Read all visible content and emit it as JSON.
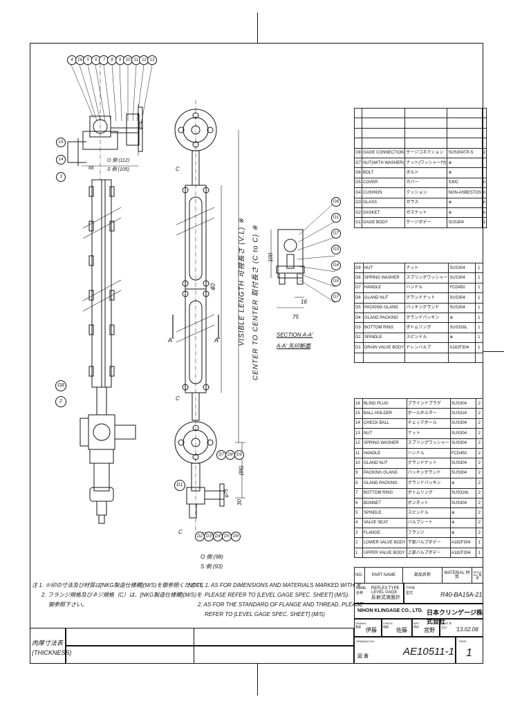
{
  "balloons_top": [
    "4",
    "16",
    "5",
    "6",
    "7",
    "8",
    "9",
    "10",
    "11",
    "12",
    "13"
  ],
  "balloons_left": [
    "15",
    "14",
    "3"
  ],
  "balloons_section": [
    "G6",
    "G1",
    "G7",
    "G3",
    "G4",
    "G5",
    "G7"
  ],
  "balloons_bottom": [
    "D7",
    "D8",
    "D9"
  ],
  "balloons_bottom_row": [
    "D2",
    "D3",
    "D4",
    "D5",
    "D6"
  ],
  "balloon_g8": "G8",
  "balloon_2": "2",
  "balloon_d1": "D1",
  "dims": {
    "phi75_top": "φ75",
    "o_top": "O 側 (112)",
    "s_top": "S 側 (105)",
    "d66": "66",
    "d100": "100",
    "d16": "16",
    "d75": "75",
    "d40": "40",
    "d86": "(86)",
    "d30": "30",
    "phi75_bot": "φ75",
    "o_bot": "O 側 (98)",
    "s_bot": "S 側 (93)",
    "c1": "C",
    "c2": "C",
    "c3": "C",
    "a": "A",
    "a2": "A'"
  },
  "vertical_labels": {
    "visible": "VISIBLE LENGTH 可視長さ (V.L) ※",
    "center": "CENTER TO CENTER 取付長さ (C to C) ※"
  },
  "section": {
    "line1": "SECTION   A-A'",
    "line2": "A-A' 矢印断面"
  },
  "parts_g": [
    {
      "no": "",
      "en": "",
      "jp": "",
      "mat": "",
      "qty": ""
    },
    {
      "no": "",
      "en": "",
      "jp": "",
      "mat": "",
      "qty": ""
    },
    {
      "no": "",
      "en": "",
      "jp": "",
      "mat": "",
      "qty": ""
    },
    {
      "no": "",
      "en": "",
      "jp": "",
      "mat": "",
      "qty": ""
    },
    {
      "no": "G8",
      "en": "GAGE CONNECTION",
      "jp": "ゲージコネクション",
      "mat": "SUS304TP-S",
      "qty": "2"
    },
    {
      "no": "G7",
      "en": "NUT(WITH WASHER)",
      "jp": "ナット(ワッシャー付)",
      "mat": "※",
      "qty": ""
    },
    {
      "no": "G6",
      "en": "BOLT",
      "jp": "ボルト",
      "mat": "※",
      "qty": ""
    },
    {
      "no": "G5",
      "en": "COVER",
      "jp": "カバー",
      "mat": "S30C",
      "qty": "n"
    },
    {
      "no": "G4",
      "en": "CUSHION",
      "jp": "クッション",
      "mat": "NON-ASBESTOS",
      "qty": "n"
    },
    {
      "no": "G3",
      "en": "GLASS",
      "jp": "ガラス",
      "mat": "※",
      "qty": "n"
    },
    {
      "no": "G2",
      "en": "GASKET",
      "jp": "ガスケット",
      "mat": "※",
      "qty": "n"
    },
    {
      "no": "G1",
      "en": "GAGE BODY",
      "jp": "ゲージボデー",
      "mat": "SUS304",
      "qty": "1"
    }
  ],
  "parts_d": [
    {
      "no": "D9",
      "en": "NUT",
      "jp": "ナット",
      "mat": "SUS304",
      "qty": "1"
    },
    {
      "no": "D8",
      "en": "SPRING WASHER",
      "jp": "スプリングワッシャー",
      "mat": "SUS304",
      "qty": "1"
    },
    {
      "no": "D7",
      "en": "HANDLE",
      "jp": "ハンドル",
      "mat": "FCD450",
      "qty": "1"
    },
    {
      "no": "D6",
      "en": "GLAND NUT",
      "jp": "グランドナット",
      "mat": "SUS304",
      "qty": "1"
    },
    {
      "no": "D5",
      "en": "PACKING GLAND",
      "jp": "パッキングランド",
      "mat": "SUS304",
      "qty": "1"
    },
    {
      "no": "D4",
      "en": "GLAND PACKING",
      "jp": "グランドパッキン",
      "mat": "※",
      "qty": "1"
    },
    {
      "no": "D3",
      "en": "BOTTOM RING",
      "jp": "ボトムリング",
      "mat": "SUS316L",
      "qty": "1"
    },
    {
      "no": "D2",
      "en": "SPINDLE",
      "jp": "スピンドル",
      "mat": "※",
      "qty": "1"
    },
    {
      "no": "D1",
      "en": "DRAIN VALVE BODY",
      "jp": "ドレンバルブ",
      "mat": "A182F304",
      "qty": "1"
    }
  ],
  "parts_main": [
    {
      "no": "16",
      "en": "BLIND PLUG",
      "jp": "ブラインドプラグ",
      "mat": "SUS304",
      "qty": "2"
    },
    {
      "no": "15",
      "en": "BALL HOLDER",
      "jp": "ボールホルダー",
      "mat": "SUS316",
      "qty": "2"
    },
    {
      "no": "14",
      "en": "CHECK BALL",
      "jp": "チェックボール",
      "mat": "SUS304",
      "qty": "2"
    },
    {
      "no": "13",
      "en": "NUT",
      "jp": "ナット",
      "mat": "SUS304",
      "qty": "2"
    },
    {
      "no": "12",
      "en": "SPRING WASHER",
      "jp": "スプリングワッシャー",
      "mat": "SUS304",
      "qty": "2"
    },
    {
      "no": "11",
      "en": "HANDLE",
      "jp": "ハンドル",
      "mat": "FCD450",
      "qty": "2"
    },
    {
      "no": "10",
      "en": "GLAND NUT",
      "jp": "グランドナット",
      "mat": "SUS304",
      "qty": "2"
    },
    {
      "no": "9",
      "en": "PACKING GLAND",
      "jp": "パッキングランド",
      "mat": "SUS304",
      "qty": "2"
    },
    {
      "no": "8",
      "en": "GLAND PACKING",
      "jp": "グランドパッキン",
      "mat": "※",
      "qty": "2"
    },
    {
      "no": "7",
      "en": "BOTTOM RING",
      "jp": "ボトムリング",
      "mat": "SUS316L",
      "qty": "2"
    },
    {
      "no": "6",
      "en": "BONNET",
      "jp": "ボンネット",
      "mat": "SUS304",
      "qty": "2"
    },
    {
      "no": "5",
      "en": "SPINDLE",
      "jp": "スピンドル",
      "mat": "※",
      "qty": "2"
    },
    {
      "no": "4",
      "en": "VALVE SEAT",
      "jp": "バルブシート",
      "mat": "※",
      "qty": "2"
    },
    {
      "no": "3",
      "en": "FLANGE",
      "jp": "フランジ",
      "mat": "※",
      "qty": "2"
    },
    {
      "no": "2",
      "en": "LOWER VALVE BODY",
      "jp": "下部バルブボデー",
      "mat": "A182F304",
      "qty": "1"
    },
    {
      "no": "1",
      "en": "UPPER VALVE BODY",
      "jp": "上部バルブボデー",
      "mat": "A182F304",
      "qty": "1"
    }
  ],
  "header_row": {
    "no": "NO.",
    "en": "PART NAME",
    "jp": "部品名称",
    "mat": "MATERIAL 材質",
    "qty": "REQ'D NO. 数量"
  },
  "notes_jp": [
    "注  1. ※印の寸法及び材質は[NKG製造仕様欄](M/S)を御参照ください。",
    "2. フランジ規格及びネジ規格（C）は、[NKG製造仕様欄](M/S)を",
    "御参照下さい。"
  ],
  "notes_en": [
    "NOTE 1. AS FOR DIMENSIONS AND MATERIALS MARKED WITH ※",
    "PLEASE REFER TO [LEVEL GAGE SPEC. SHEET] (M/S).",
    "2. AS FOR THE STANDARD OF FLANGE AND THREAD. PLEASE",
    "REFER TO [LEVEL GAGE SPEC. SHEET] (M/S)"
  ],
  "title_block": {
    "name_lbl": "NAME 名称",
    "name_val1": "REFLEX TYPE  LEVEL GAGE",
    "name_val2": "反射式液面計",
    "type_lbl": "TYPE 型式",
    "type_val": "R40-BA15A-21",
    "company_en": "NIHON KLINGAGE CO., LTD.",
    "company_jp": "日本クリンゲージ株式会社",
    "drawn_lbl": "DRAWN 製図",
    "drawn_val": "伊藤",
    "check_lbl": "CHECK 検図",
    "check_val": "佐藤",
    "app_lbl": "APP. 承認",
    "app_val": "宮野",
    "date_lbl": "DATE 年月日",
    "date_val": "'13.02.08",
    "dwg_lbl": "DRAWING NO.",
    "dwg_jp": "図 番",
    "dwg_val": "AE10511-1",
    "page_lbl": "PAGE",
    "page_val": "1"
  },
  "thickness": {
    "line1": "肉厚寸法表",
    "line2": "(THICKNESS)"
  }
}
